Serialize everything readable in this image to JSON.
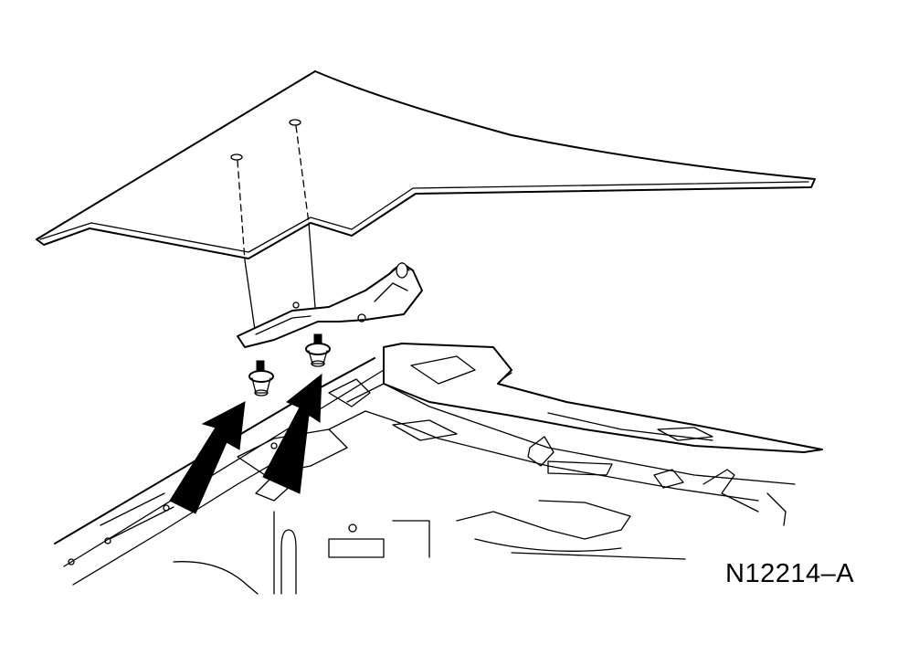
{
  "figure": {
    "code": "N12214–A"
  },
  "colors": {
    "line": "#000000",
    "background": "#ffffff"
  },
  "parts": {
    "cover_panel": "cowl-cover-panel",
    "fasteners": [
      "pin-type-retainer",
      "pin-type-retainer"
    ],
    "arrows": [
      "arrow-left",
      "arrow-right"
    ]
  }
}
